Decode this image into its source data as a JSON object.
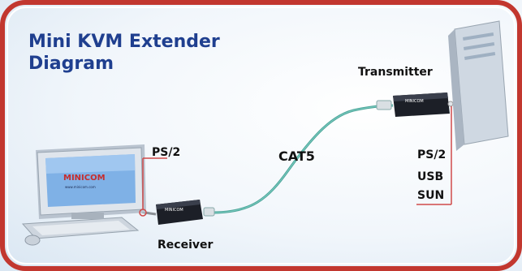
{
  "diagram": {
    "title_line1": "Mini KVM Extender",
    "title_line2": "Diagram",
    "cable_label": "CAT5",
    "transmitter_label": "Transmitter",
    "receiver_label": "Receiver",
    "receiver_port": "PS/2",
    "transmitter_ports": [
      "PS/2",
      "USB",
      "SUN"
    ],
    "monitor_brand": "MINICOM",
    "monitor_brand_sub": "www.minicom.com",
    "device_brand": "MINICOM"
  },
  "colors": {
    "frame_border": "#c2372f",
    "frame_inner_line": "#ffffff",
    "title": "#1f3f8f",
    "cable": "#4aa398",
    "callout_line": "#d04a4a",
    "background": "#eef4fa"
  }
}
